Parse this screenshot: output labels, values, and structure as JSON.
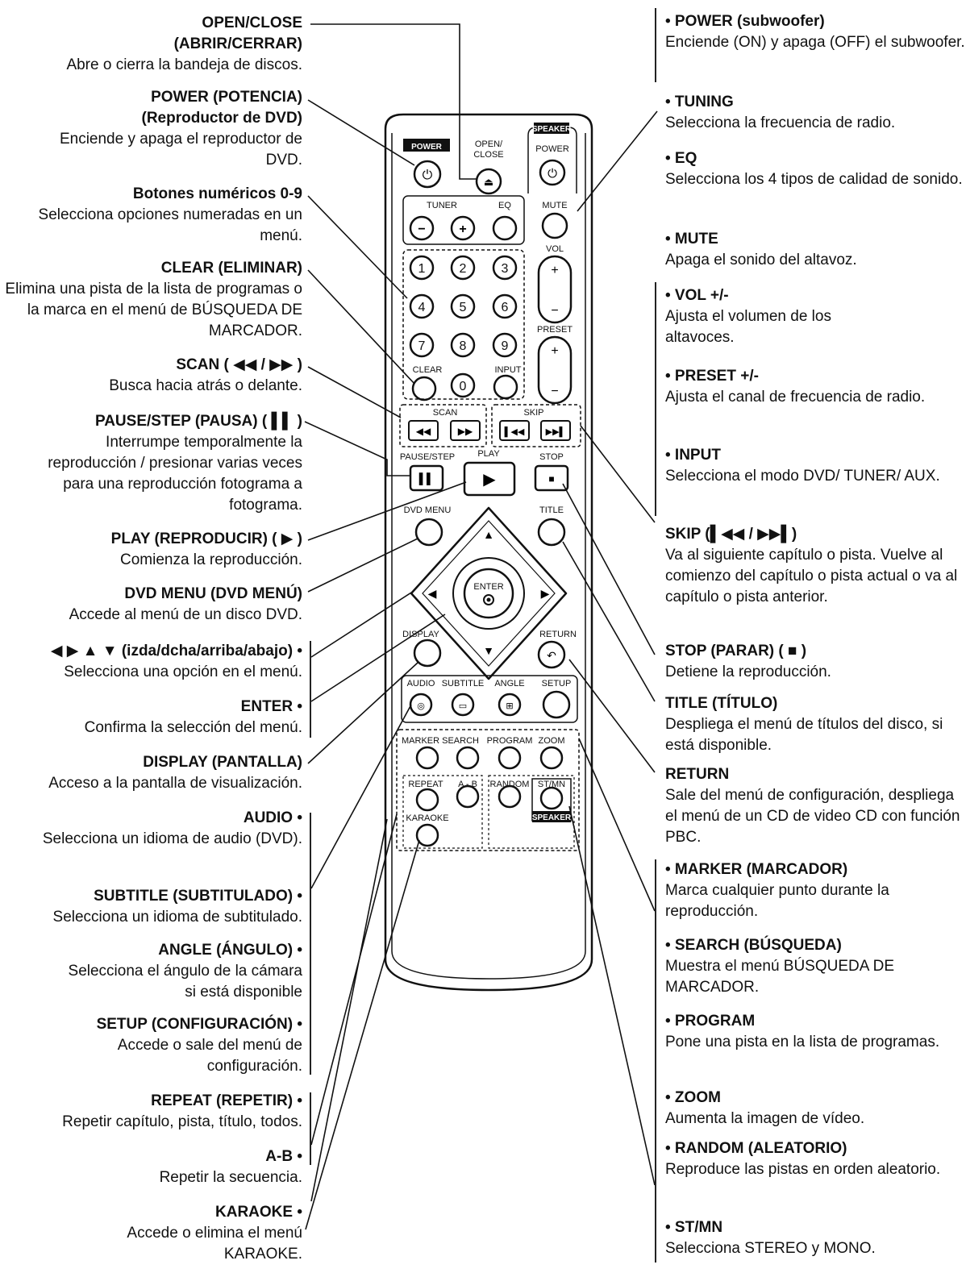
{
  "left": [
    {
      "title": "OPEN/CLOSE",
      "title2": "(ABRIR/CERRAR)",
      "desc": "Abre o cierra la bandeja de discos."
    },
    {
      "title": "POWER (POTENCIA)",
      "title2": "(Reproductor de DVD)",
      "desc": "Enciende y apaga el reproductor de DVD."
    },
    {
      "title": "Botones numéricos 0-9",
      "desc": "Selecciona opciones numeradas en un menú."
    },
    {
      "title": "CLEAR (ELIMINAR)",
      "desc": "Elimina una pista de la lista de programas o la marca en el menú de BÚSQUEDA DE MARCADOR."
    },
    {
      "title": "SCAN ( ◀◀ / ▶▶ )",
      "desc": "Busca hacia atrás o delante."
    },
    {
      "title": "PAUSE/STEP (PAUSA) ( ▌▌ )",
      "desc": "Interrumpe temporalmente la reproducción / presionar varias veces para una reproducción fotograma a fotograma."
    },
    {
      "title": "PLAY (REPRODUCIR) ( ▶ )",
      "desc": "Comienza la reproducción."
    },
    {
      "title": "DVD MENU (DVD MENÚ)",
      "desc": "Accede al menú de un disco DVD."
    },
    {
      "title": "◀ ▶ ▲ ▼ (izda/dcha/arriba/abajo) •",
      "desc": "Selecciona una opción en el menú."
    },
    {
      "title": "ENTER •",
      "desc": "Confirma la selección del menú."
    },
    {
      "title": "DISPLAY (PANTALLA)",
      "desc": "Acceso a la pantalla de visualización."
    },
    {
      "title": "AUDIO •",
      "desc": "Selecciona un idioma de audio (DVD)."
    },
    {
      "title": "SUBTITLE (SUBTITULADO) •",
      "desc": "Selecciona un idioma de subtitulado."
    },
    {
      "title": "ANGLE (ÁNGULO) •",
      "desc": "Selecciona el ángulo de la cámara si está disponible"
    },
    {
      "title": "SETUP (CONFIGURACIÓN) •",
      "desc": "Accede o sale del menú de configuración."
    },
    {
      "title": "REPEAT (REPETIR) •",
      "desc": "Repetir capítulo, pista, título, todos."
    },
    {
      "title": "A-B •",
      "desc": "Repetir la secuencia."
    },
    {
      "title": "KARAOKE •",
      "desc": "Accede o elimina el menú KARAOKE."
    }
  ],
  "right": [
    {
      "title": "• POWER (subwoofer)",
      "desc": "Enciende (ON) y apaga (OFF) el subwoofer."
    },
    {
      "title": "• TUNING",
      "desc": "Selecciona la frecuencia de radio."
    },
    {
      "title": "• EQ",
      "desc": "Selecciona los 4 tipos de calidad de sonido."
    },
    {
      "title": "• MUTE",
      "desc": "Apaga el sonido del altavoz."
    },
    {
      "title": "• VOL +/-",
      "desc": "Ajusta el volumen de los altavoces."
    },
    {
      "title": "• PRESET +/-",
      "desc": "Ajusta el canal de frecuencia de radio."
    },
    {
      "title": "• INPUT",
      "desc": "Selecciona el modo DVD/ TUNER/ AUX."
    },
    {
      "title": "SKIP (▌◀◀ / ▶▶▌)",
      "desc": "Va al siguiente capítulo o pista. Vuelve al comienzo del capítulo o pista actual o va al capítulo o pista anterior."
    },
    {
      "title": "STOP (PARAR) ( ■ )",
      "desc": "Detiene la reproducción."
    },
    {
      "title": "TITLE (TÍTULO)",
      "desc": "Despliega el menú de títulos del disco, si está disponible."
    },
    {
      "title": "RETURN",
      "desc": "Sale del menú de configuración, despliega el menú de un CD de video CD con función PBC."
    },
    {
      "title": "• MARKER (MARCADOR)",
      "desc": "Marca cualquier punto durante la reproducción."
    },
    {
      "title": "• SEARCH (BÚSQUEDA)",
      "desc": "Muestra el menú BÚSQUEDA DE MARCADOR."
    },
    {
      "title": "• PROGRAM",
      "desc": "Pone una pista en la lista de programas."
    },
    {
      "title": "• ZOOM",
      "desc": "Aumenta la imagen de vídeo."
    },
    {
      "title": "• RANDOM (ALEATORIO)",
      "desc": "Reproduce las pistas en orden aleatorio."
    },
    {
      "title": "• ST/MN",
      "desc": "Selecciona STEREO y MONO."
    }
  ],
  "remote": {
    "power": "POWER",
    "open_close_1": "OPEN/",
    "open_close_2": "CLOSE",
    "speaker_top": "SPEAKER",
    "speaker_power": "POWER",
    "tuner": "TUNER",
    "eq": "EQ",
    "mute": "MUTE",
    "vol": "VOL",
    "preset": "PRESET",
    "clear": "CLEAR",
    "input": "INPUT",
    "scan": "SCAN",
    "skip": "SKIP",
    "pause_step": "PAUSE/STEP",
    "play": "PLAY",
    "stop": "STOP",
    "dvd_menu": "DVD MENU",
    "title": "TITLE",
    "enter": "ENTER",
    "display": "DISPLAY",
    "return": "RETURN",
    "audio": "AUDIO",
    "subtitle": "SUBTITLE",
    "angle": "ANGLE",
    "setup": "SETUP",
    "marker_search": "MARKER SEARCH",
    "program": "PROGRAM",
    "zoom": "ZOOM",
    "repeat": "REPEAT",
    "ab": "A - B",
    "random": "RANDOM",
    "stmn": "ST/MN",
    "speaker_bottom": "SPEAKER",
    "karaoke": "KARAOKE",
    "digits": [
      "1",
      "2",
      "3",
      "4",
      "5",
      "6",
      "7",
      "8",
      "9",
      "0"
    ]
  }
}
